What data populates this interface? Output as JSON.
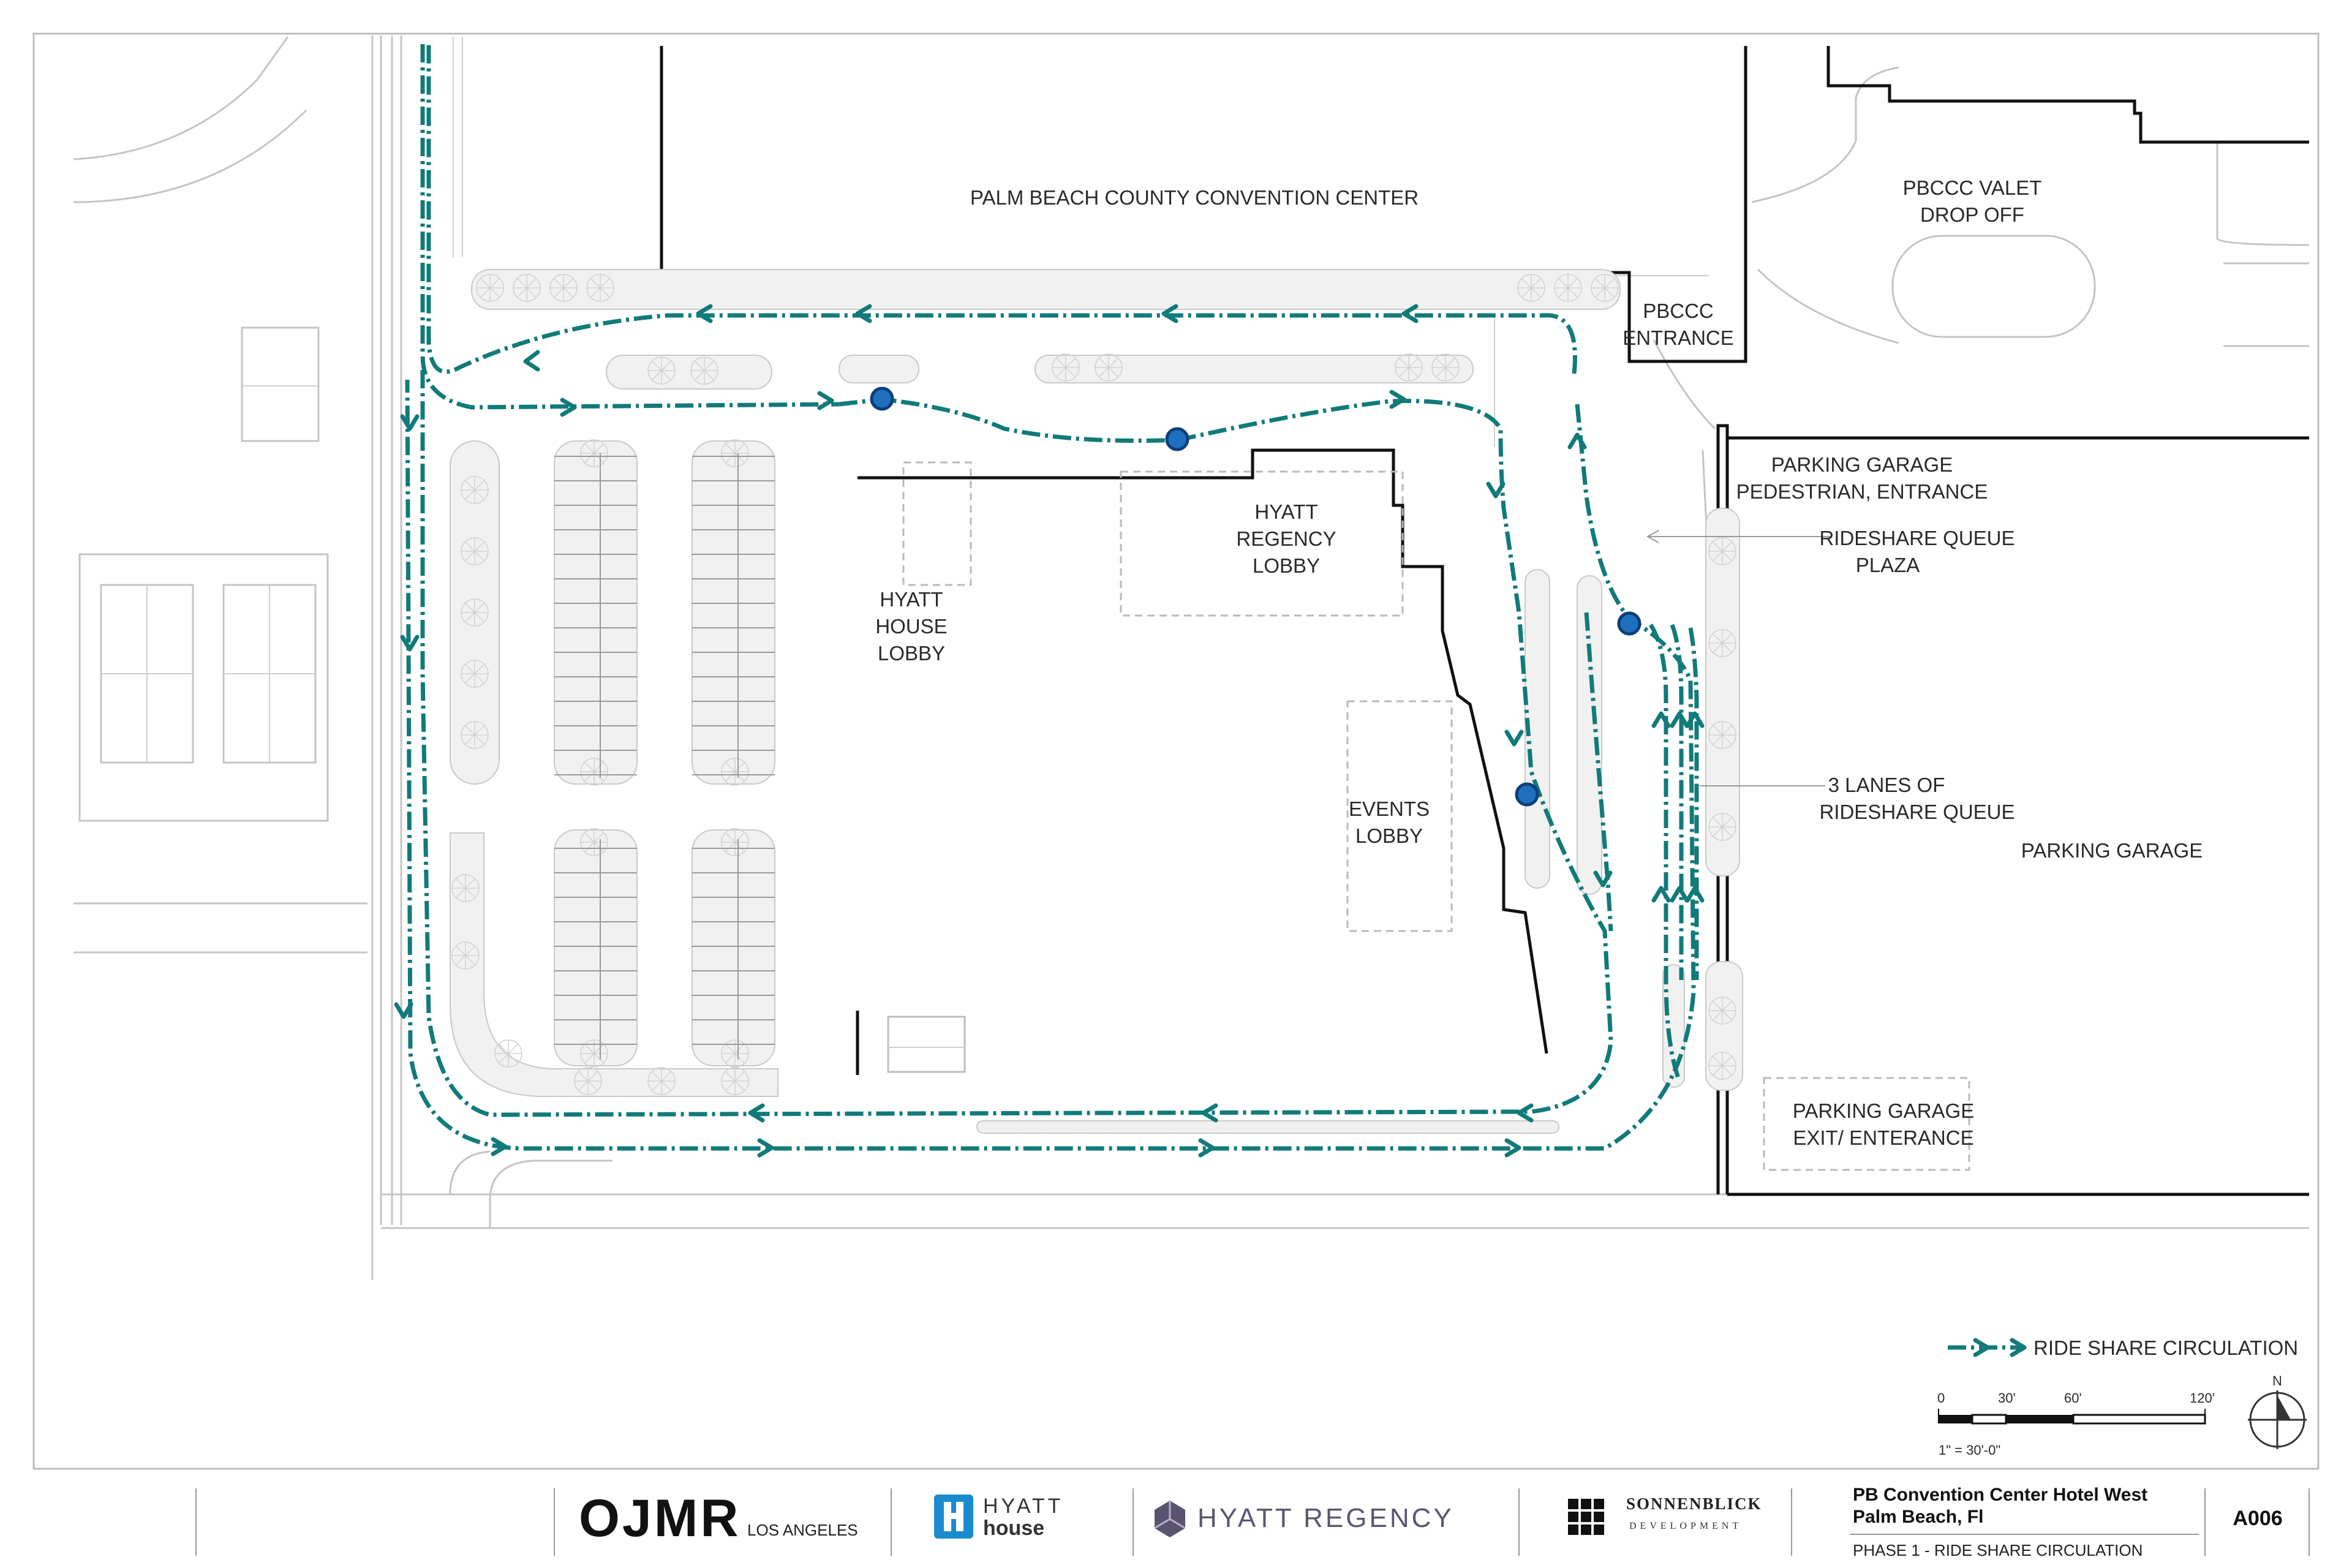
{
  "labels": {
    "convention_center": "PALM BEACH COUNTY CONVENTION CENTER",
    "valet_1": "PBCCC VALET",
    "valet_2": "DROP OFF",
    "pbccc_entrance_1": "PBCCC",
    "pbccc_entrance_2": "ENTRANCE",
    "garage_ped_1": "PARKING GARAGE",
    "garage_ped_2": "PEDESTRIAN, ENTRANCE",
    "queue_plaza_1": "RIDESHARE QUEUE",
    "queue_plaza_2": "PLAZA",
    "regency_lobby_1": "HYATT",
    "regency_lobby_2": "REGENCY",
    "regency_lobby_3": "LOBBY",
    "house_lobby_1": "HYATT",
    "house_lobby_2": "HOUSE",
    "house_lobby_3": "LOBBY",
    "events_lobby_1": "EVENTS",
    "events_lobby_2": "LOBBY",
    "lanes_1": "3 LANES OF",
    "lanes_2": "RIDESHARE QUEUE",
    "parking_garage": "PARKING GARAGE",
    "garage_exit_1": "PARKING GARAGE",
    "garage_exit_2": "EXIT/ ENTERANCE"
  },
  "legend": {
    "route_label": "RIDE SHARE CIRCULATION",
    "route_color": "#117a7a",
    "stop_color": "#1f6fc0"
  },
  "scale": {
    "ticks": [
      "0",
      "30'",
      "60'",
      "120'"
    ],
    "note": "1\" = 30'-0\"",
    "north": "N"
  },
  "title_block": {
    "firm": "OJMR",
    "firm_city": "LOS ANGELES",
    "brand_house_1": "HYATT",
    "brand_house_2": "house",
    "brand_regency": "HYATT REGENCY",
    "developer_1": "SONNENBLICK",
    "developer_2": "DEVELOPMENT",
    "project_line1": "PB Convention Center Hotel West",
    "project_line2": "Palm Beach, Fl",
    "phase": "PHASE 1 - RIDE SHARE CIRCULATION",
    "sheet": "A006"
  }
}
